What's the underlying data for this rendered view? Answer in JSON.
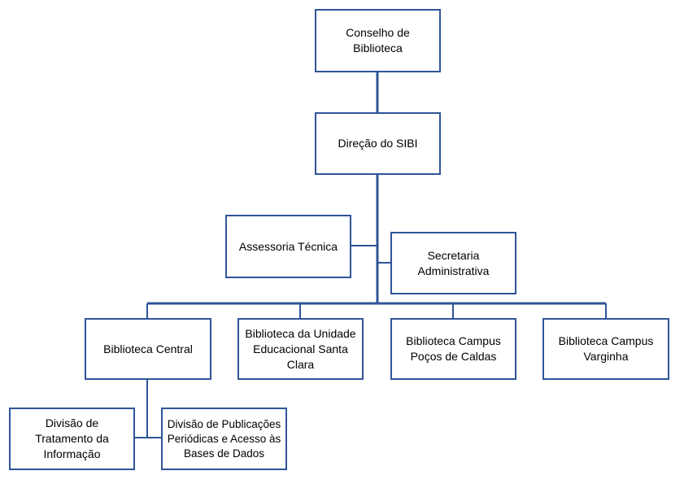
{
  "diagram": {
    "nodes": {
      "conselho": "Conselho de Biblioteca",
      "direcao": "Direção do SIBI",
      "assessoria": "Assessoria Técnica",
      "secretaria": "Secretaria Administrativa",
      "central": "Biblioteca Central",
      "santa_clara": "Biblioteca da Unidade Educacional Santa Clara",
      "pocos": "Biblioteca Campus Poços de Caldas",
      "varginha": "Biblioteca Campus Varginha",
      "tratamento": "Divisão de Tratamento da Informação",
      "publicacoes": "Divisão de Publicações Periódicas e Acesso às Bases de Dados"
    },
    "colors": {
      "border": "#2f5597",
      "connector": "#2f5597",
      "text": "#000000"
    }
  }
}
